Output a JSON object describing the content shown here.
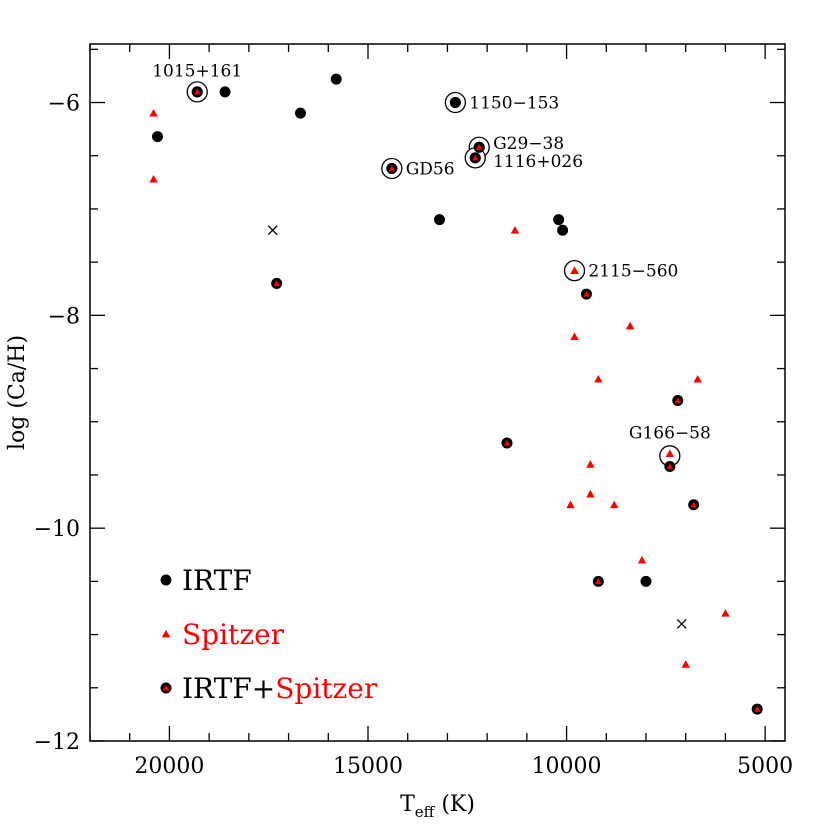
{
  "chart_data": {
    "type": "scatter",
    "xlabel_main": "T",
    "xlabel_sub": "eff",
    "xlabel_unit": "(K)",
    "ylabel": "log (Ca/H)",
    "xlim": [
      22000,
      4500
    ],
    "ylim": [
      -12,
      -5.45
    ],
    "xticks_major": [
      20000,
      15000,
      10000,
      5000
    ],
    "xtick_labels": [
      "20000",
      "15000",
      "10000",
      "5000"
    ],
    "xticks_minor_step": 1000,
    "yticks_major": [
      -12,
      -10,
      -8,
      -6
    ],
    "ytick_labels": [
      "−12",
      "−10",
      "−8",
      "−6"
    ],
    "yticks_minor_step": 0.5,
    "grid": false,
    "legend_placement": "bottom-left",
    "colors": {
      "irtf": "#000000",
      "spitzer": "#ff0000",
      "axis": "#000000"
    },
    "legend": [
      {
        "marker": "irtf",
        "parts": [
          {
            "text": "IRTF",
            "color": "#000000"
          }
        ]
      },
      {
        "marker": "spitzer",
        "parts": [
          {
            "text": "Spitzer",
            "color": "#ff0000"
          }
        ]
      },
      {
        "marker": "both",
        "parts": [
          {
            "text": "IRTF+",
            "color": "#000000"
          },
          {
            "text": "Spitzer",
            "color": "#ff0000"
          }
        ]
      }
    ],
    "series": [
      {
        "name": "IRTF",
        "marker": "irtf",
        "points": [
          {
            "x": 20300,
            "y": -6.32
          },
          {
            "x": 18600,
            "y": -5.9
          },
          {
            "x": 16700,
            "y": -6.1
          },
          {
            "x": 15800,
            "y": -5.78
          },
          {
            "x": 13200,
            "y": -7.1
          },
          {
            "x": 12800,
            "y": -6.0
          },
          {
            "x": 10200,
            "y": -7.1
          },
          {
            "x": 10100,
            "y": -7.2
          },
          {
            "x": 8000,
            "y": -10.5
          }
        ]
      },
      {
        "name": "Spitzer",
        "marker": "spitzer",
        "points": [
          {
            "x": 20400,
            "y": -6.1
          },
          {
            "x": 20400,
            "y": -6.72
          },
          {
            "x": 11300,
            "y": -7.2
          },
          {
            "x": 9800,
            "y": -7.58
          },
          {
            "x": 9800,
            "y": -8.2
          },
          {
            "x": 8400,
            "y": -8.1
          },
          {
            "x": 9200,
            "y": -8.6
          },
          {
            "x": 6700,
            "y": -8.6
          },
          {
            "x": 9400,
            "y": -9.4
          },
          {
            "x": 7400,
            "y": -9.3
          },
          {
            "x": 9900,
            "y": -9.78
          },
          {
            "x": 9400,
            "y": -9.68
          },
          {
            "x": 8800,
            "y": -9.78
          },
          {
            "x": 8100,
            "y": -10.3
          },
          {
            "x": 6000,
            "y": -10.8
          },
          {
            "x": 7000,
            "y": -11.28
          }
        ]
      },
      {
        "name": "IRTF+Spitzer",
        "marker": "both",
        "points": [
          {
            "x": 19300,
            "y": -5.9
          },
          {
            "x": 17300,
            "y": -7.7
          },
          {
            "x": 14400,
            "y": -6.62
          },
          {
            "x": 12200,
            "y": -6.42
          },
          {
            "x": 12300,
            "y": -6.52
          },
          {
            "x": 9500,
            "y": -7.8
          },
          {
            "x": 11500,
            "y": -9.2
          },
          {
            "x": 7200,
            "y": -8.8
          },
          {
            "x": 7400,
            "y": -9.42
          },
          {
            "x": 9200,
            "y": -10.5
          },
          {
            "x": 6800,
            "y": -9.78
          },
          {
            "x": 5200,
            "y": -11.7
          }
        ]
      },
      {
        "marker": "cross",
        "points": [
          {
            "x": 17400,
            "y": -7.2
          },
          {
            "x": 7100,
            "y": -10.9
          }
        ]
      }
    ],
    "annotations": [
      {
        "text": "1015+161",
        "x": 19300,
        "y": -5.9,
        "circle": true,
        "label_x": 19300,
        "label_y": -5.7,
        "anchor": "middle"
      },
      {
        "text": "1150−153",
        "x": 12800,
        "y": -6.0,
        "circle": true,
        "label_x": 12450,
        "label_y": -6.0,
        "anchor": "start"
      },
      {
        "text": "G29−38",
        "x": 12200,
        "y": -6.42,
        "circle": true,
        "label_x": 11850,
        "label_y": -6.38,
        "anchor": "start"
      },
      {
        "text": "1116+026",
        "x": 12300,
        "y": -6.52,
        "circle": true,
        "label_x": 11850,
        "label_y": -6.55,
        "anchor": "start"
      },
      {
        "text": "GD56",
        "x": 14400,
        "y": -6.62,
        "circle": true,
        "label_x": 14050,
        "label_y": -6.62,
        "anchor": "start"
      },
      {
        "text": "2115−560",
        "x": 9800,
        "y": -7.58,
        "circle": true,
        "label_x": 9450,
        "label_y": -7.58,
        "anchor": "start"
      },
      {
        "text": "G166−58",
        "x": 7400,
        "y": -9.32,
        "circle": true,
        "label_x": 7400,
        "label_y": -9.1,
        "anchor": "middle"
      }
    ]
  }
}
